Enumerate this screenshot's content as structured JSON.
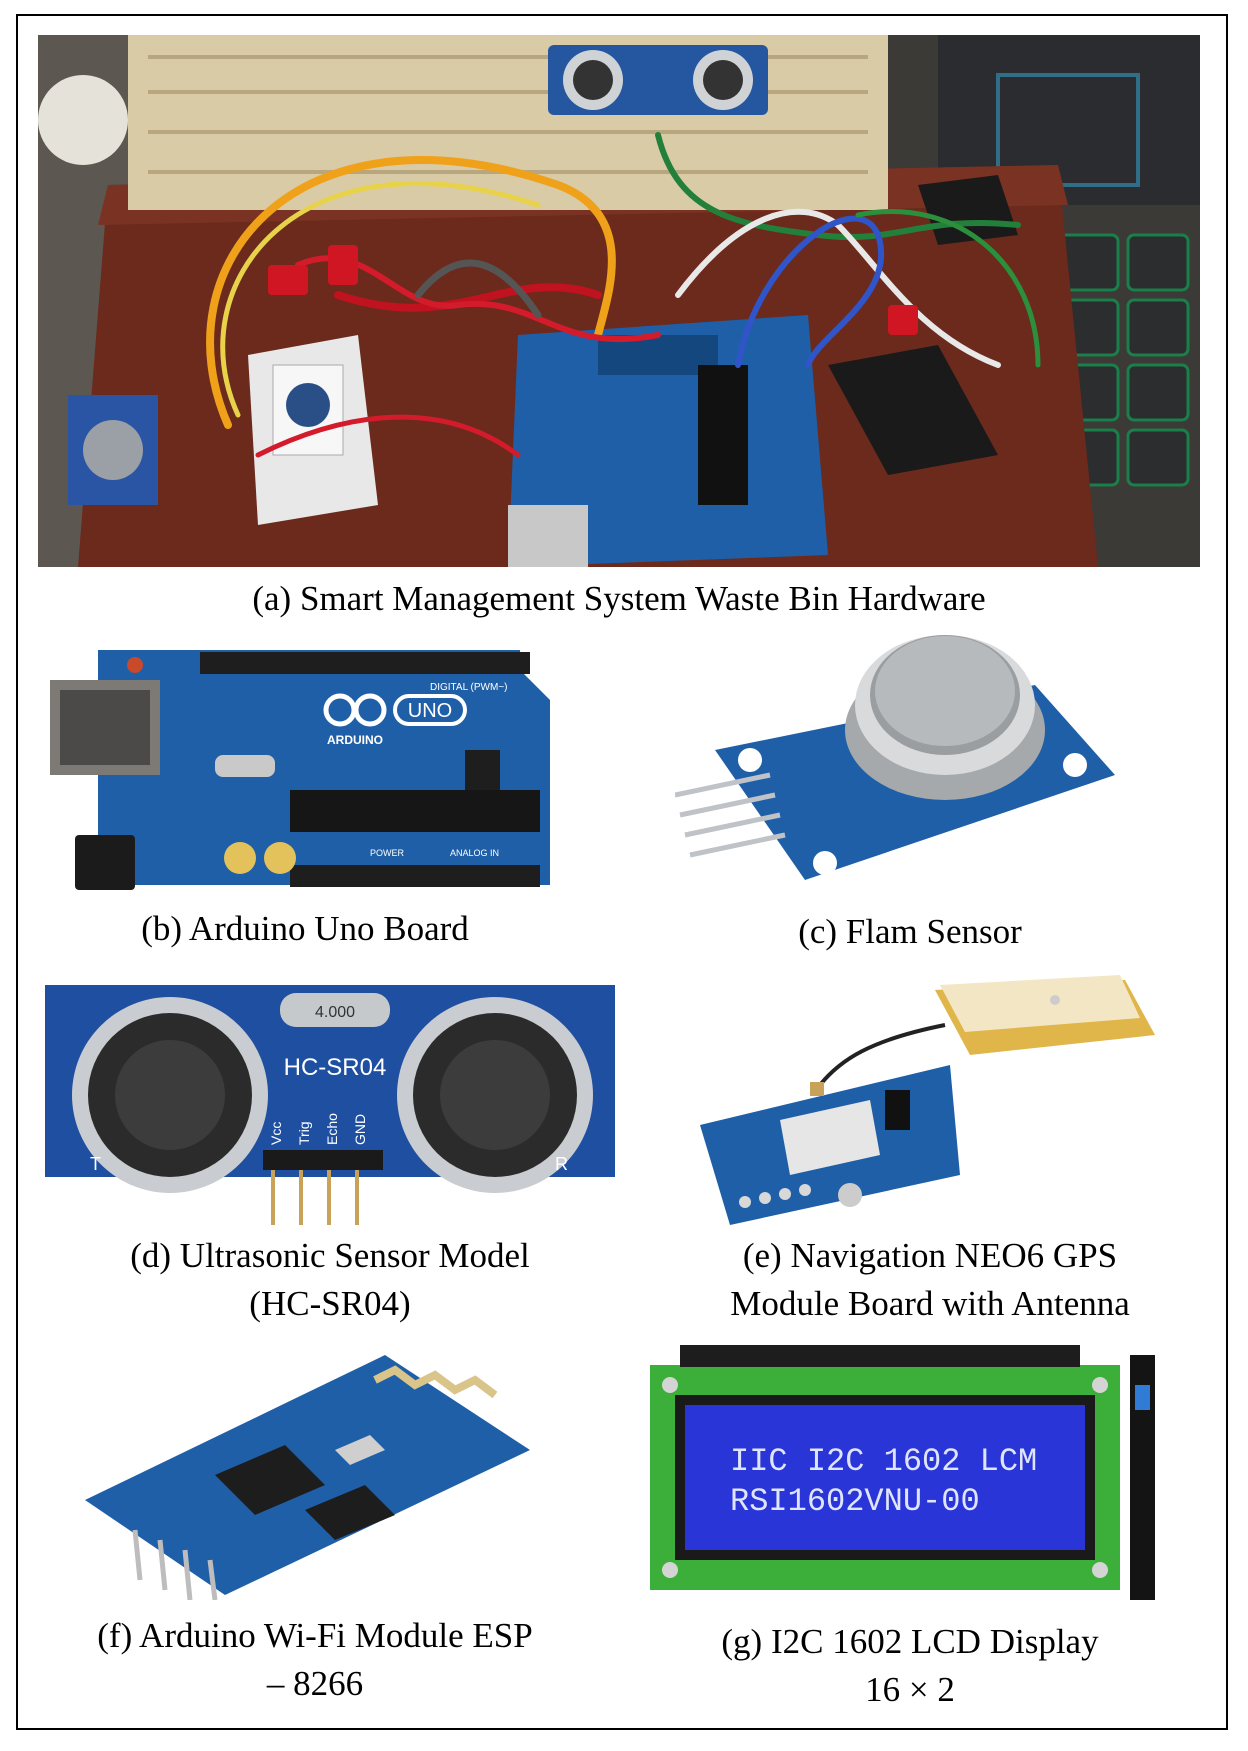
{
  "figure": {
    "panels": [
      {
        "id": "a",
        "caption_lines": [
          "(a) Smart Management System Waste Bin Hardware"
        ]
      },
      {
        "id": "b",
        "caption_lines": [
          "(b) Arduino Uno Board"
        ],
        "board_text": [
          "UNO",
          "ARDUINO",
          "DIGITAL (PWM~)",
          "POWER",
          "ANALOG IN"
        ]
      },
      {
        "id": "c",
        "caption_lines": [
          "(c) Flam Sensor"
        ]
      },
      {
        "id": "d",
        "caption_lines": [
          "(d) Ultrasonic Sensor Model",
          "(HC-SR04)"
        ],
        "board_text": [
          "HC-SR04",
          "4.000",
          "Vcc",
          "Trig",
          "Echo",
          "GND",
          "T",
          "R"
        ]
      },
      {
        "id": "e",
        "caption_lines": [
          "(e) Navigation NEO6 GPS",
          "Module Board with Antenna"
        ]
      },
      {
        "id": "f",
        "caption_lines": [
          "(f) Arduino Wi-Fi Module ESP",
          "– 8266"
        ]
      },
      {
        "id": "g",
        "caption_lines": [
          "(g) I2C 1602 LCD Display",
          "16 × 2"
        ],
        "lcd_lines": [
          "IIC I2C 1602 LCM",
          "RSI1602VNU-00"
        ]
      }
    ]
  },
  "colors": {
    "pcb_blue": "#1f5fa8",
    "pcb_dark": "#123d78",
    "lcd_blue": "#2a35d8",
    "lcd_green": "#3cae3a",
    "wood": "#6b2a1c",
    "breadboard": "#d9cba6"
  }
}
